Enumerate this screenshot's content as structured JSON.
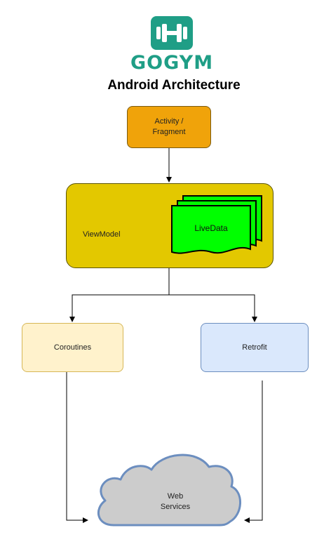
{
  "brand": {
    "name": "GOGYM",
    "icon": "dumbbell-icon",
    "color": "#1f9e86"
  },
  "title": "Android Architecture",
  "nodes": {
    "activity": {
      "line1": "Activity /",
      "line2": "Fragment",
      "color": "#f0a30a"
    },
    "viewmodel": {
      "label": "ViewModel",
      "color": "#e3c800"
    },
    "livedata": {
      "label": "LiveData",
      "color": "#00ff00"
    },
    "coroutines": {
      "label": "Coroutines",
      "color": "#fff2cc"
    },
    "retrofit": {
      "label": "Retrofit",
      "color": "#dae8fc"
    },
    "web_services": {
      "line1": "Web",
      "line2": "Services",
      "color": "#cccccc"
    }
  }
}
